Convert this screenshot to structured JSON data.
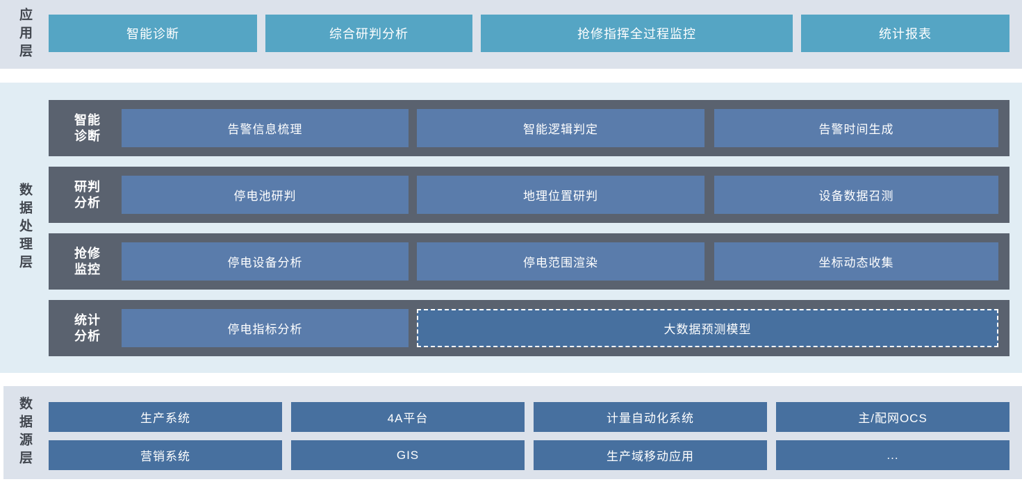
{
  "colors": {
    "band_light": "#dce2eb",
    "band_blue": "#e1edf4",
    "app_button": "#55a5c4",
    "row_background": "#5a626f",
    "process_box": "#5a7cab",
    "highlight_box": "#47709f",
    "source_box": "#47709f",
    "label_text": "#42474f",
    "box_text": "#ffffff"
  },
  "app_layer": {
    "label": "应用层",
    "items": [
      "智能诊断",
      "综合研判分析",
      "抢修指挥全过程监控",
      "统计报表"
    ]
  },
  "processing_layer": {
    "label": "数据处理层",
    "rows": [
      {
        "label_lines": [
          "智能",
          "诊断"
        ],
        "items": [
          "告警信息梳理",
          "智能逻辑判定",
          "告警时间生成"
        ]
      },
      {
        "label_lines": [
          "研判",
          "分析"
        ],
        "items": [
          "停电池研判",
          "地理位置研判",
          "设备数据召测"
        ]
      },
      {
        "label_lines": [
          "抢修",
          "监控"
        ],
        "items": [
          "停电设备分析",
          "停电范围渲染",
          "坐标动态收集"
        ]
      },
      {
        "label_lines": [
          "统计",
          "分析"
        ],
        "items": [
          "停电指标分析",
          "大数据预测模型"
        ]
      }
    ]
  },
  "source_layer": {
    "label": "数据源层",
    "rows": [
      [
        "生产系统",
        "4A平台",
        "计量自动化系统",
        "主/配网OCS"
      ],
      [
        "营销系统",
        "GIS",
        "生产域移动应用",
        "..."
      ]
    ]
  }
}
